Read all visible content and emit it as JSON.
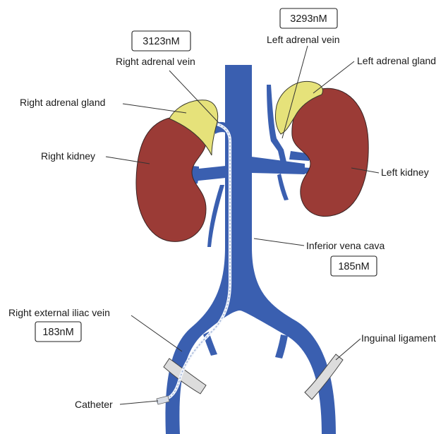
{
  "labels": {
    "right_adrenal_vein": "Right adrenal vein",
    "left_adrenal_vein": "Left adrenal vein",
    "right_adrenal_gland": "Right adrenal gland",
    "left_adrenal_gland": "Left adrenal gland",
    "right_kidney": "Right kidney",
    "left_kidney": "Left kidney",
    "inferior_vena_cava": "Inferior vena cava",
    "right_external_iliac_vein": "Right external iliac vein",
    "inguinal_ligament": "Inguinal ligament",
    "catheter": "Catheter"
  },
  "measurements": {
    "right_adrenal_vein": "3123nM",
    "left_adrenal_vein": "3293nM",
    "inferior_vena_cava": "185nM",
    "right_external_iliac_vein": "183nM"
  },
  "colors": {
    "vein": "#3a5fb0",
    "kidney": "#9b3b36",
    "adrenal": "#e6e27a",
    "ligament": "#dcdcdc",
    "catheter": "#c8d6ee"
  }
}
